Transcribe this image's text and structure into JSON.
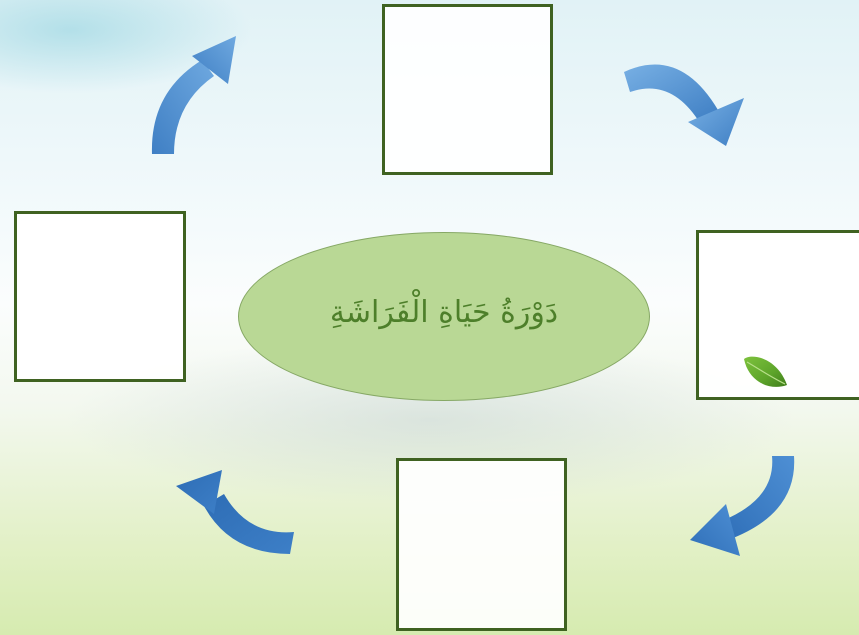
{
  "diagram": {
    "center_title": "دَوْرَةُ حَيَاةِ الْفَرَاشَةِ",
    "stage_boxes": [
      {
        "position": "top",
        "content": ""
      },
      {
        "position": "right",
        "content": "leaf"
      },
      {
        "position": "bottom",
        "content": ""
      },
      {
        "position": "left",
        "content": ""
      }
    ],
    "arrow_direction": "clockwise",
    "colors": {
      "box_border": "#3f6221",
      "ellipse_fill": "#b9d895",
      "title_text": "#4d7f2a",
      "arrow": "#3d7fc7",
      "leaf": "#5da42a"
    }
  }
}
